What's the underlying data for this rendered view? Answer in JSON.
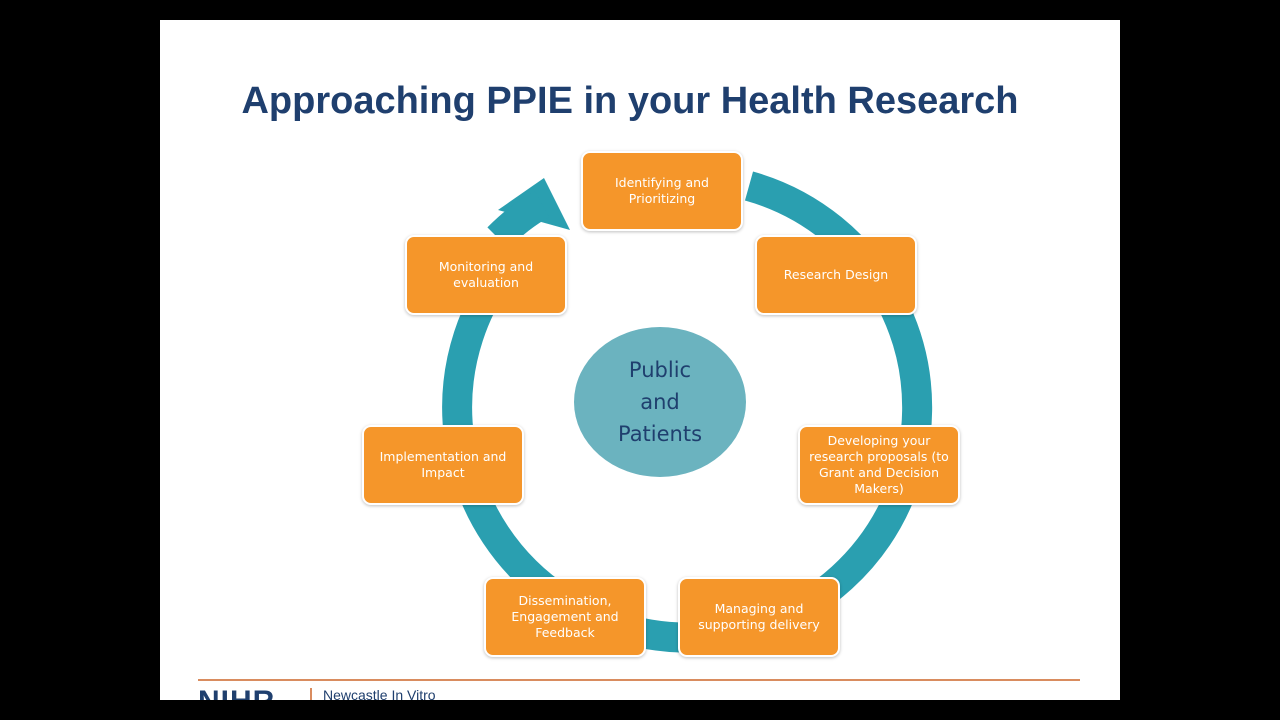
{
  "title": "Approaching PPIE in your Health Research",
  "center_label": "Public\nand\nPatients",
  "stages": [
    "Identifying and Prioritizing",
    "Research Design",
    "Developing your research proposals (to Grant and Decision Makers)",
    "Managing and supporting delivery",
    "Dissemination, Engagement and Feedback",
    "Implementation and Impact",
    "Monitoring and evaluation"
  ],
  "footer": {
    "logo": "NIHR",
    "organisation": "Newcastle In Vitro"
  },
  "colors": {
    "title": "#1f3f6e",
    "stage_fill": "#f5962a",
    "ring": "#2a9fb0",
    "center_fill": "#6bb3bf",
    "footer_rule": "#d98c5f"
  }
}
